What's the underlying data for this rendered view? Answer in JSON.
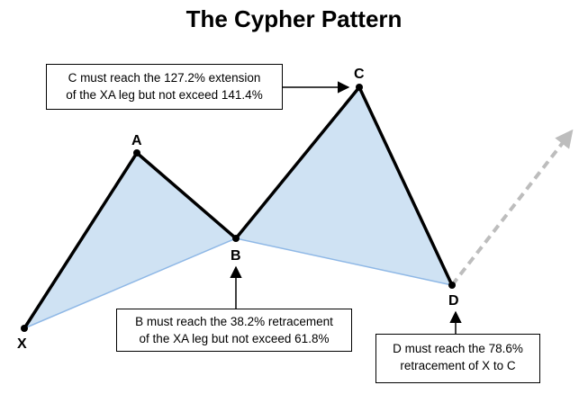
{
  "title": "The Cypher Pattern",
  "points": [
    {
      "id": "X",
      "label": "X"
    },
    {
      "id": "A",
      "label": "A"
    },
    {
      "id": "B",
      "label": "B"
    },
    {
      "id": "C",
      "label": "C"
    },
    {
      "id": "D",
      "label": "D"
    }
  ],
  "notes": {
    "c": {
      "line1": "C must reach the 127.2% extension",
      "line2": "of the XA leg but not exceed 141.4%"
    },
    "b": {
      "line1": "B must reach the 38.2% retracement",
      "line2": "of the XA leg but not exceed 61.8%"
    },
    "d": {
      "line1": "D must reach the 78.6%",
      "line2": "retracement of X to C"
    }
  },
  "colors": {
    "fill": "#cfe2f3",
    "base_line": "#8fb8e6",
    "pattern_line": "#000000",
    "projection": "#bdbdbd"
  }
}
